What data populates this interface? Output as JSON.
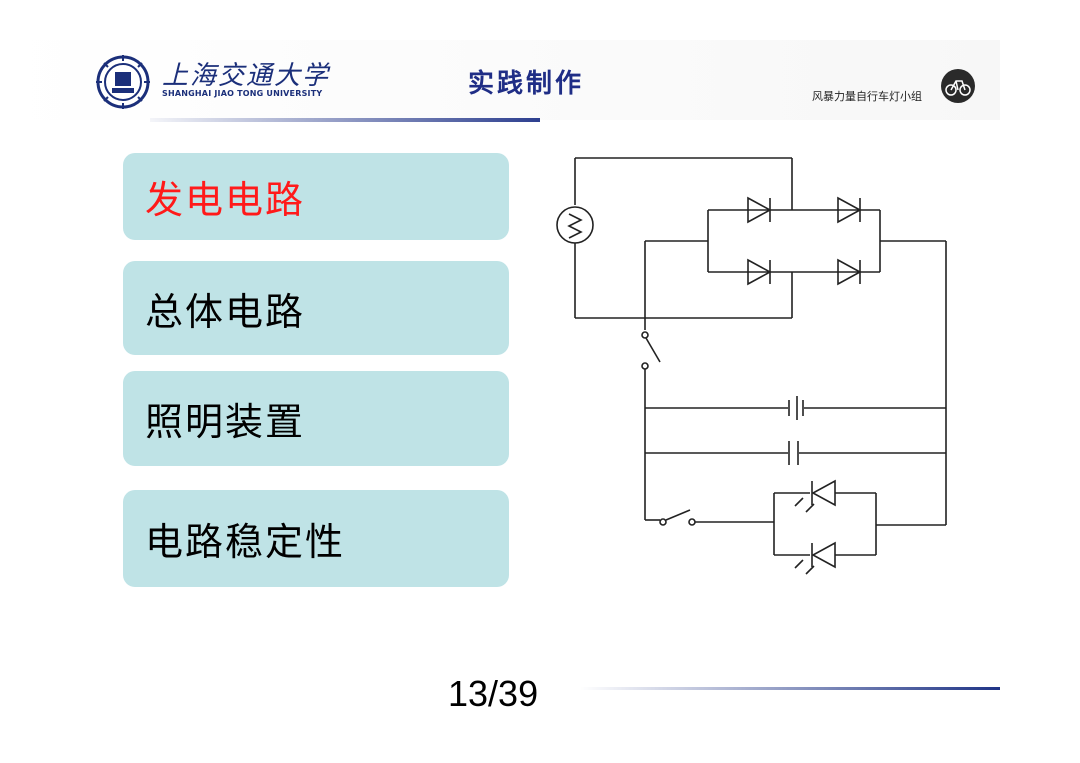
{
  "header": {
    "logo_cn": "上海交通大学",
    "logo_en": "SHANGHAI JIAO TONG UNIVERSITY",
    "title": "实践制作",
    "group_name": "风暴力量自行车灯小组"
  },
  "nav": {
    "items": [
      {
        "label": "发电电路",
        "active": true
      },
      {
        "label": "总体电路",
        "active": false
      },
      {
        "label": "照明装置",
        "active": false
      },
      {
        "label": "电路稳定性",
        "active": false
      }
    ]
  },
  "footer": {
    "page_number": "13/39"
  },
  "colors": {
    "nav_bg": "#bfe3e6",
    "active_text": "#ff1a1a",
    "brand_blue": "#1f2d86"
  },
  "icons": [
    "university-seal-icon",
    "bicycle-group-icon"
  ]
}
